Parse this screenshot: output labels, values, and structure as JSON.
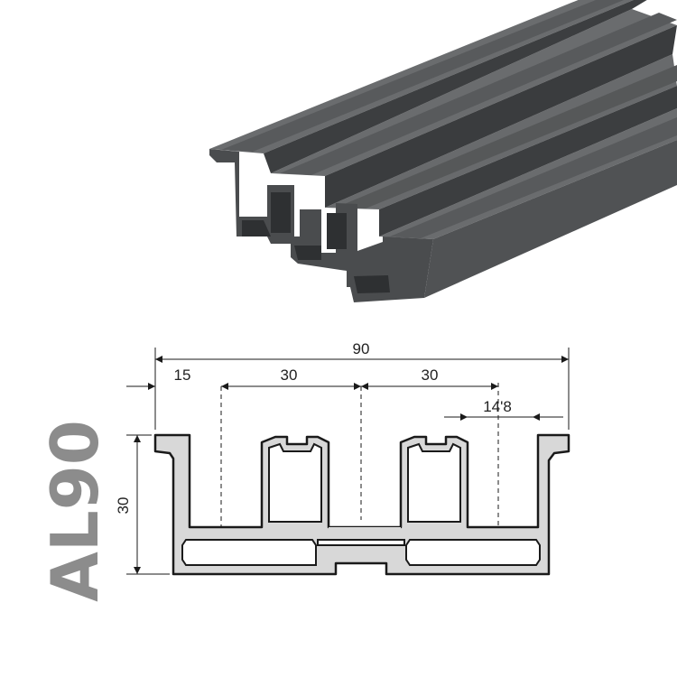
{
  "product": {
    "code": "AL90",
    "material_color": "#4e5052",
    "section_fill": "#d8d8d8",
    "line_color": "#1a1a1a"
  },
  "dimensions": {
    "total_width": "90",
    "edge_to_first_channel": "15",
    "channel_spacing_1": "30",
    "channel_spacing_2": "30",
    "edge_offset": "14'8",
    "height": "30"
  }
}
